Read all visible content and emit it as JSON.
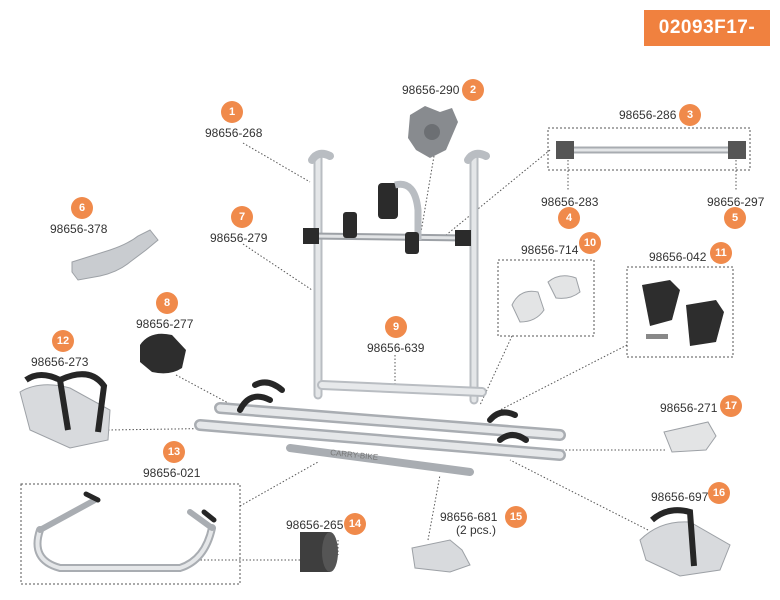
{
  "doc_code": "02093F17-",
  "colors": {
    "accent": "#f08a4b",
    "header": "#f0813f",
    "frame": "#d9dcdf",
    "dark": "#2b2b2b"
  },
  "parts": [
    {
      "n": "1",
      "code": "98656-268"
    },
    {
      "n": "2",
      "code": "98656-290"
    },
    {
      "n": "3",
      "code": "98656-286"
    },
    {
      "n": "4",
      "code": "98656-283"
    },
    {
      "n": "5",
      "code": "98656-297"
    },
    {
      "n": "6",
      "code": "98656-378"
    },
    {
      "n": "7",
      "code": "98656-279"
    },
    {
      "n": "8",
      "code": "98656-277"
    },
    {
      "n": "9",
      "code": "98656-639"
    },
    {
      "n": "10",
      "code": "98656-714"
    },
    {
      "n": "11",
      "code": "98656-042"
    },
    {
      "n": "12",
      "code": "98656-273"
    },
    {
      "n": "13",
      "code": "98656-021"
    },
    {
      "n": "14",
      "code": "98656-265"
    },
    {
      "n": "15",
      "code": "98656-681",
      "note": "(2 pcs.)"
    },
    {
      "n": "16",
      "code": "98656-697"
    },
    {
      "n": "17",
      "code": "98656-271"
    }
  ],
  "product_label": "CARRY-BIKE"
}
